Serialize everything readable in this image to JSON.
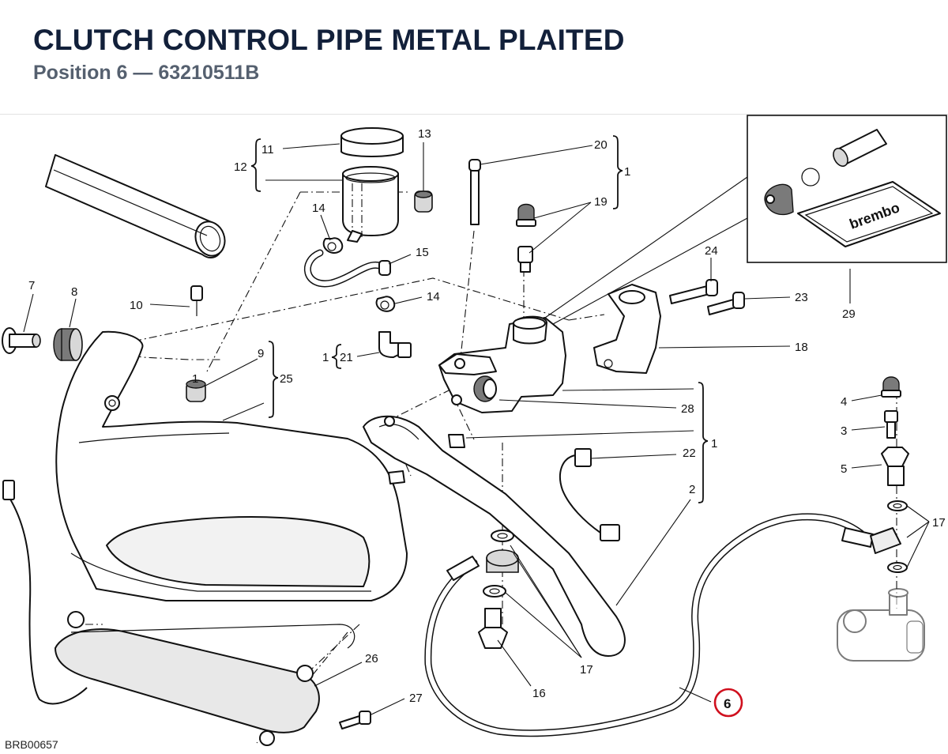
{
  "header": {
    "title": "CLUTCH CONTROL PIPE METAL PLAITED",
    "subtitle": "Position 6 — 63210511B"
  },
  "diagram": {
    "code": "BRB00657",
    "callouts": {
      "c1_top": "1",
      "c1_right": "1",
      "c1_left": "1",
      "c1_cap": "1",
      "c2": "2",
      "c3": "3",
      "c4": "4",
      "c5": "5",
      "c7": "7",
      "c8": "8",
      "c9": "9",
      "c10": "10",
      "c11": "11",
      "c12": "12",
      "c13": "13",
      "c14a": "14",
      "c14b": "14",
      "c15": "15",
      "c16": "16",
      "c17a": "17",
      "c17b": "17",
      "c18": "18",
      "c19": "19",
      "c20": "20",
      "c21": "21",
      "c22": "22",
      "c23": "23",
      "c24": "24",
      "c25": "25",
      "c26": "26",
      "c27": "27",
      "c28": "28",
      "c29": "29"
    },
    "highlight": {
      "position": "6",
      "color": "#d0101e"
    },
    "kit_brand": "brembo"
  }
}
